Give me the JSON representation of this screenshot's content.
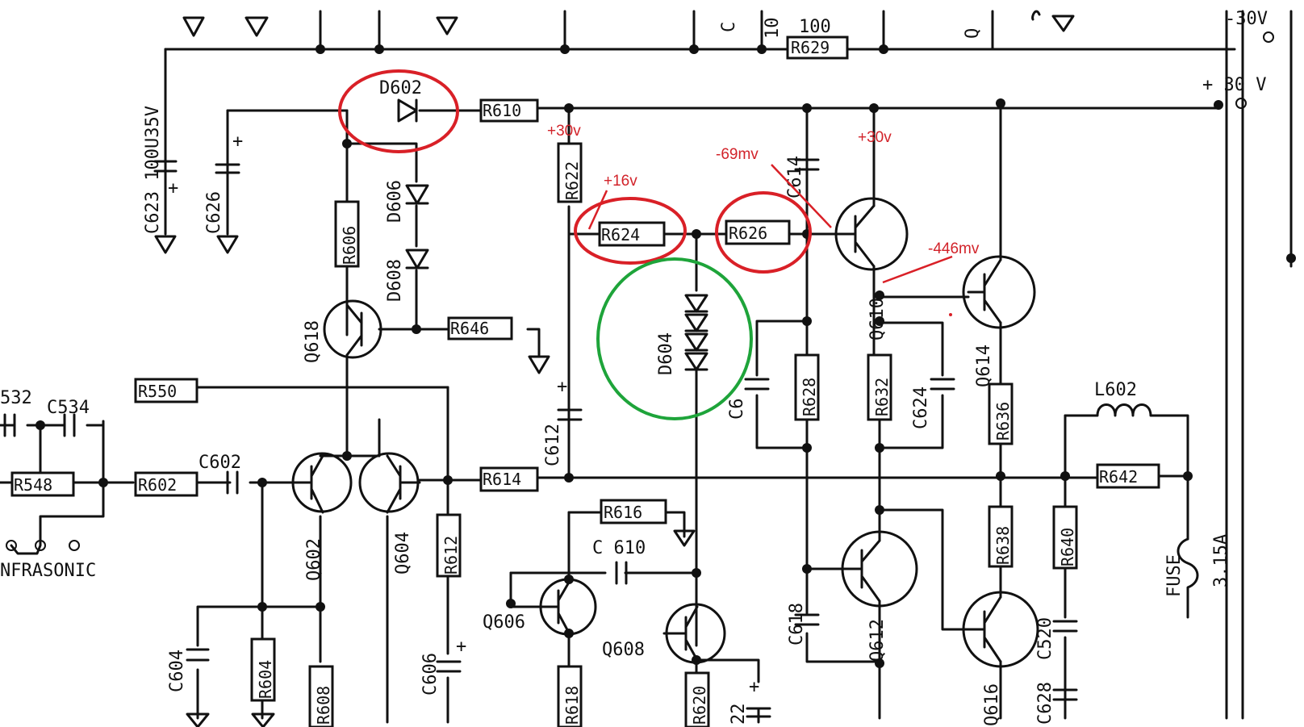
{
  "resistors": {
    "r629": "R629",
    "r610": "R610",
    "r622": "R622",
    "r624": "R624",
    "r626": "R626",
    "r606": "R606",
    "r646": "R646",
    "r550": "R550",
    "r548": "R548",
    "r602": "R602",
    "r614": "R614",
    "r612": "R612",
    "r616": "R616",
    "r628": "R628",
    "r632": "R632",
    "r636": "R636",
    "r642": "R642",
    "r638": "R638",
    "r640": "R640",
    "r604": "R604",
    "r608": "R608",
    "r618": "R618",
    "r620": "R620"
  },
  "capacitors": {
    "c623": "C623 100U35V",
    "c626": "C626",
    "c534": "C534",
    "c532": "532",
    "c602": "C602",
    "c612": "C612",
    "c614": "C614",
    "c616": "C6",
    "c624": "C624",
    "c610": "C 610",
    "c618": "C618",
    "c604": "C604",
    "c606": "C606",
    "c520": "C520",
    "c628": "C628",
    "c622": "22",
    "top_c": "C",
    "top_10": "10",
    "top_100": "100"
  },
  "diodes": {
    "d602": "D602",
    "d606": "D606",
    "d608": "D608",
    "d604": "D604"
  },
  "transistors": {
    "q618": "Q618",
    "q602": "Q602",
    "q604": "Q604",
    "q606": "Q606",
    "q608": "Q608",
    "q610": "Q610",
    "q614": "Q614",
    "q612": "Q612",
    "q616": "Q616",
    "top_q": "Q"
  },
  "misc": {
    "l602": "L602",
    "fuse": "FUSE",
    "fuse_rating": "3.15A",
    "infrasonic": "NFRASONIC",
    "rail_neg": "-30V",
    "rail_pos": "+ 30 V"
  },
  "annotations": {
    "v_plus30_left": "+30v",
    "v_plus16": "+16v",
    "v_minus69": "-69mv",
    "v_plus30_right": "+30v",
    "v_minus446": "-446mv"
  },
  "colors": {
    "annotation_red": "#d92027",
    "annotation_green": "#1ea43a",
    "ink": "#111111"
  }
}
